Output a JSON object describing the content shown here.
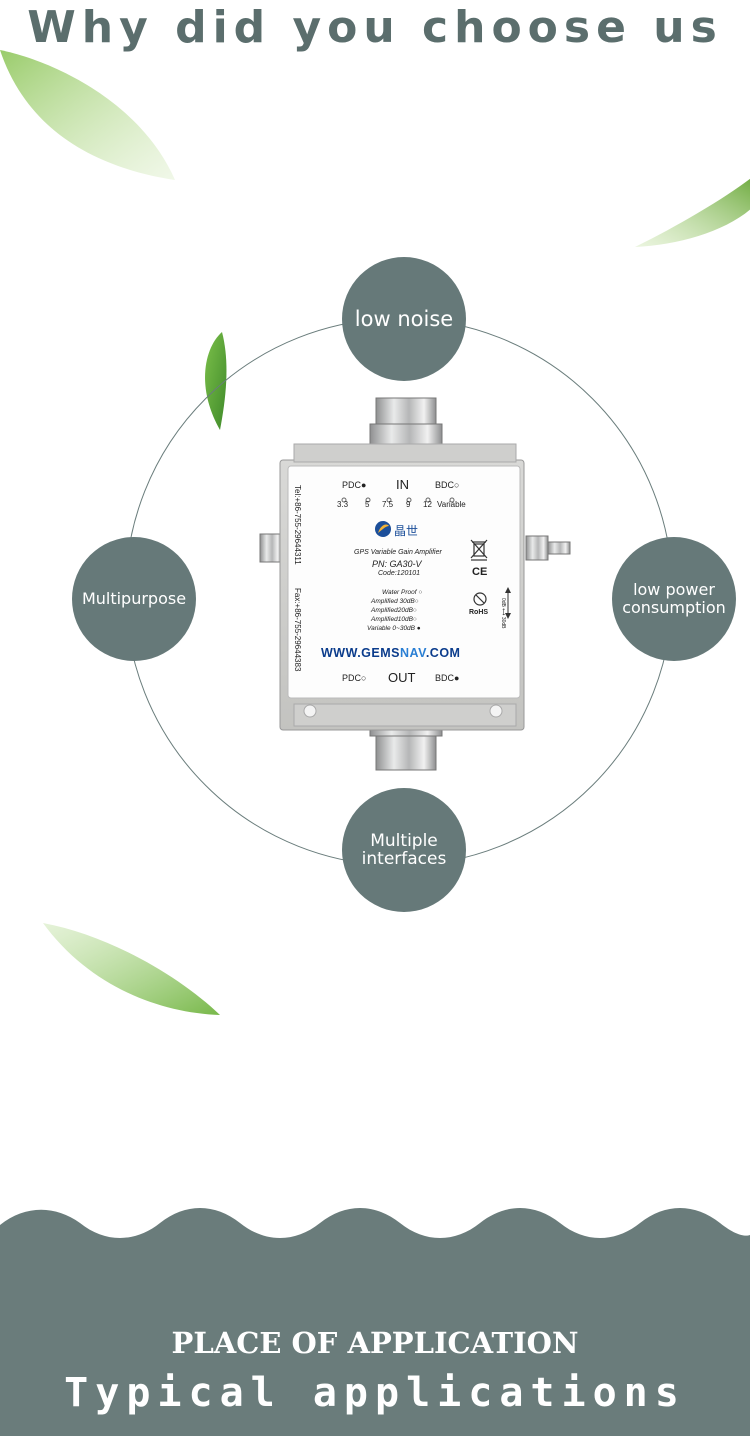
{
  "header": {
    "title": "Why did you choose us"
  },
  "features": {
    "top": "low noise",
    "left": "Multipurpose",
    "right_line1": "low power",
    "right_line2": "consumption",
    "bottom_line1": "Multiple",
    "bottom_line2": "interfaces"
  },
  "device": {
    "in_label": "IN",
    "out_label": "OUT",
    "pdc_top": "PDC●",
    "bdc_top": "BDC○",
    "pdc_bottom": "PDC○",
    "bdc_bottom": "BDC●",
    "voltages": [
      "3.3",
      "5",
      "7.5",
      "9",
      "12",
      "Variable"
    ],
    "brand": "晶世",
    "model_desc": "GPS Variable Gain Amplifier",
    "part_number": "PN: GA30-V",
    "code": "Code:120101",
    "options": [
      "Water Proof ○",
      "Amplified 30dB○",
      "Amplified20dB○",
      "Amplified10dB○",
      "Variable 0~30dB ●"
    ],
    "website_part1": "WWW.GEMS",
    "website_part2": "NAV",
    "website_part3": ".COM",
    "tel": "Tel:+86-755-29644311",
    "fax": "Fax:+86-755-29644383",
    "rohs": "RoHS",
    "gain_range": "0dB ⟷ 30dB",
    "ce_mark": "CE"
  },
  "footer": {
    "place_title": "PLACE OF APPLICATION",
    "typical_title": "Typical applications"
  },
  "colors": {
    "accent": "#667979",
    "heading": "#5b6e6d",
    "website": "#0b3c8c",
    "leaf": "#7fb24a"
  }
}
